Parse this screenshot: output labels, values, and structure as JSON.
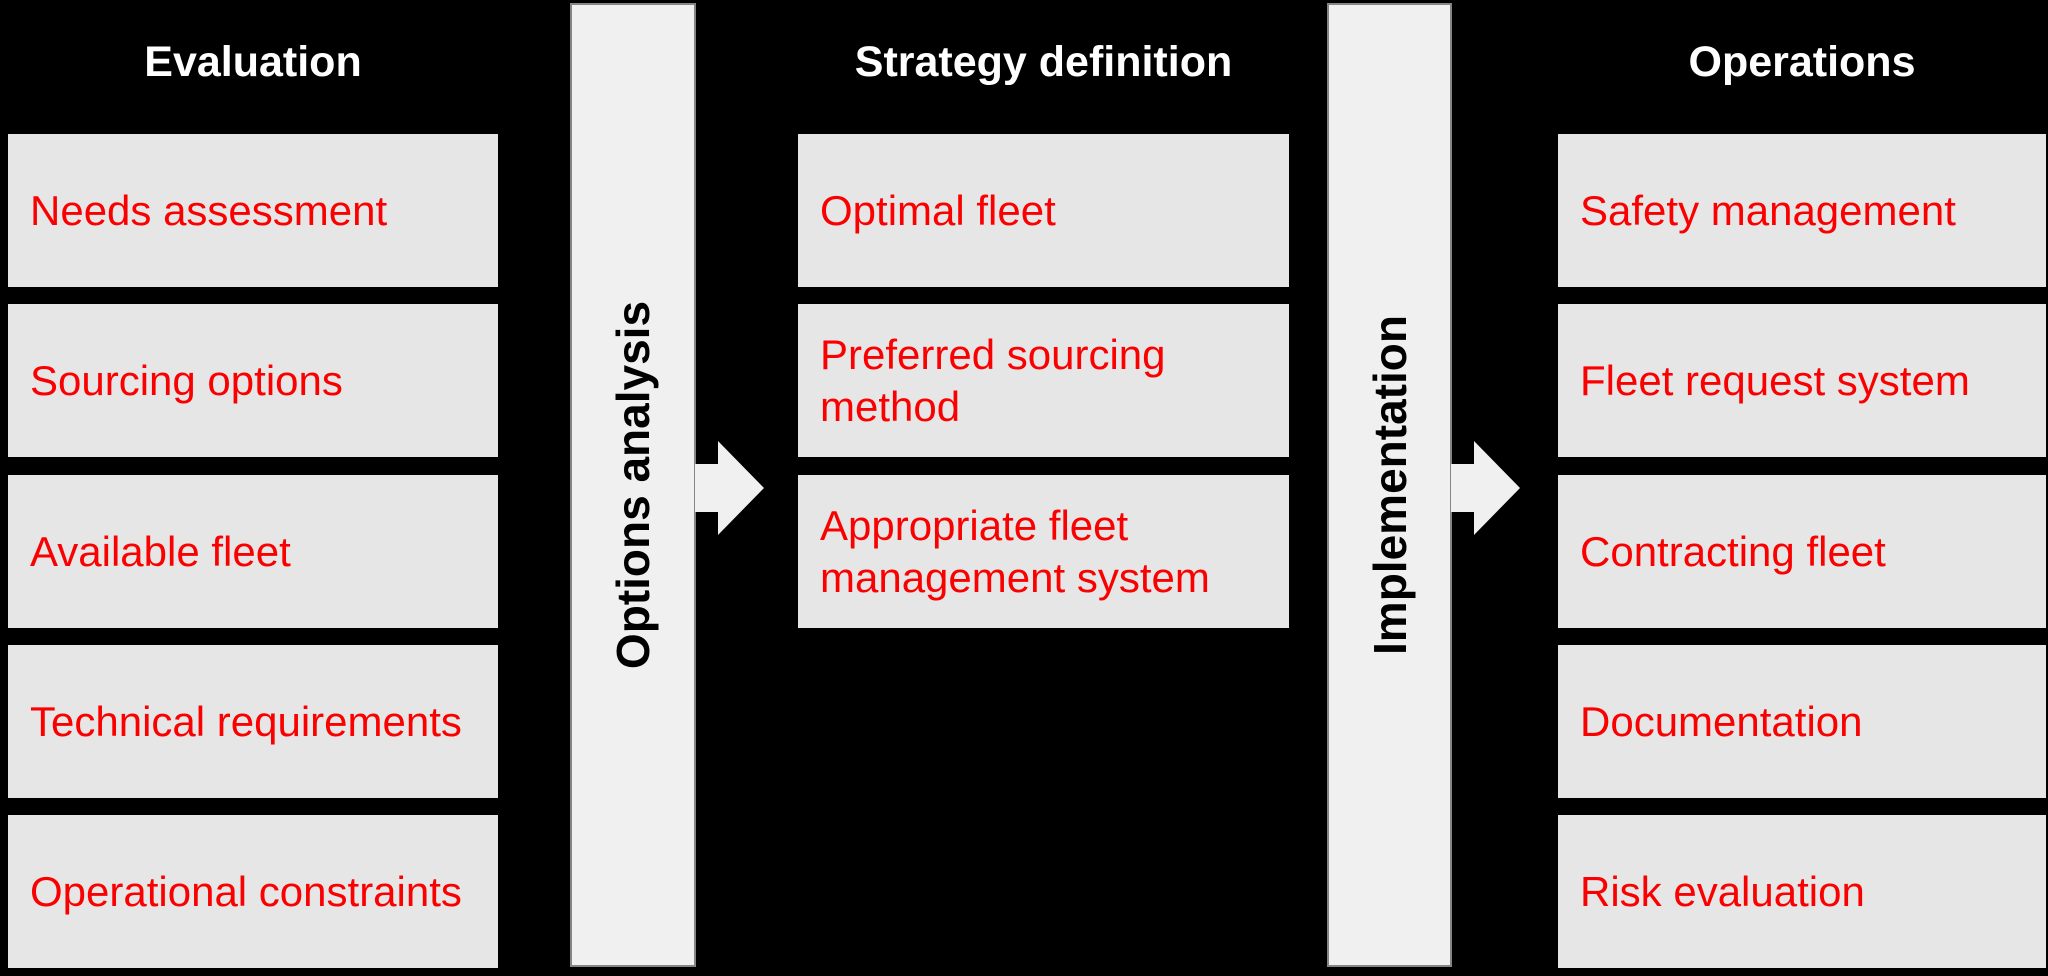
{
  "colors": {
    "background": "#000000",
    "box_fill": "#e6e6e6",
    "bar_fill": "#f0f0f0",
    "bar_border": "#858585",
    "item_text": "#fb0000",
    "header_text": "#ffffff",
    "bar_text": "#000000"
  },
  "stages": [
    {
      "title": "Evaluation",
      "items": [
        "Needs assessment",
        "Sourcing options",
        "Available fleet",
        "Technical requirements",
        "Operational constraints"
      ]
    },
    {
      "title": "Strategy definition",
      "items": [
        "Optimal fleet",
        "Preferred sourcing method",
        "Appropriate fleet management system"
      ]
    },
    {
      "title": "Operations",
      "items": [
        "Safety management",
        "Fleet request system",
        "Contracting fleet",
        "Documentation",
        "Risk evaluation"
      ]
    }
  ],
  "connectors": [
    {
      "label": "Options analysis"
    },
    {
      "label": "Implementation"
    }
  ]
}
